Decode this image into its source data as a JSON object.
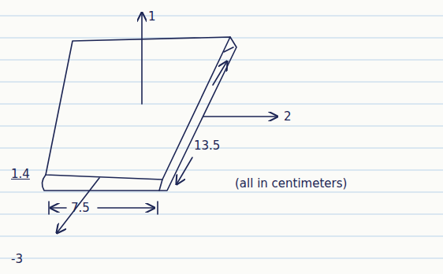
{
  "diagram": {
    "labels": [
      "1",
      "2",
      "13.5",
      "1.4",
      "(all in centimeters)",
      "7.5",
      "-3"
    ]
  }
}
